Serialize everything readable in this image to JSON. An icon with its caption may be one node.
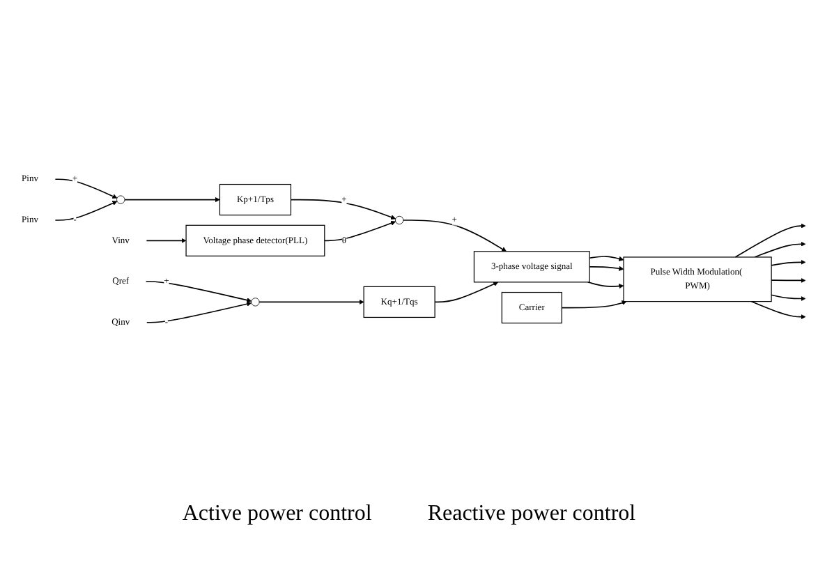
{
  "diagram": {
    "nodes": [
      {
        "text": [
          "Vinv"
        ]
      },
      {
        "text": [
          "Voltage phase detector(PLL)"
        ]
      },
      {
        "text": [
          "Pinv"
        ]
      },
      {
        "text": [
          "Pinv"
        ]
      },
      {
        "text": [],
        "shape": "circle"
      },
      {
        "text": [
          "Kp+1/Tps"
        ]
      },
      {
        "text": [],
        "shape": "circle"
      },
      {
        "text": [
          "Qref"
        ]
      },
      {
        "text": [
          "Qinv"
        ]
      },
      {
        "text": [],
        "shape": "circle"
      },
      {
        "text": [
          "Kq+1/Tqs"
        ]
      },
      {
        "text": [
          "3-phase voltage signal"
        ]
      },
      {
        "text": [
          "Carrier"
        ]
      },
      {
        "text": [
          "Pulse Width Modulation( PWM)"
        ]
      }
    ],
    "edges": [
      {
        "from": 0,
        "to": 1,
        "arrow": "to"
      },
      {
        "from": 2,
        "to": 4,
        "label": "+",
        "arrow": "to"
      },
      {
        "from": 3,
        "to": 4,
        "label": "-",
        "arrow": "to"
      },
      {
        "from": 4,
        "to": 5,
        "arrow": "to"
      },
      {
        "from": 5,
        "to": 6,
        "label": "+",
        "arrow": "to"
      },
      {
        "from": 1,
        "to": 6,
        "label": "θ",
        "arrow": "to"
      },
      {
        "from": 7,
        "to": 9,
        "label": "+",
        "arrow": "to"
      },
      {
        "from": 8,
        "to": 9,
        "label": "-",
        "arrow": "to"
      },
      {
        "from": 9,
        "to": 10,
        "arrow": "to"
      },
      {
        "from": 6,
        "to": 11,
        "label": "+",
        "arrow": "to"
      },
      {
        "from": 10,
        "to": 11,
        "arrow": "to"
      },
      {
        "from": 11,
        "to": 13,
        "arrow": "to"
      },
      {
        "from": 11,
        "to": 13,
        "arrow": "to"
      },
      {
        "from": 11,
        "to": 13,
        "arrow": "to"
      },
      {
        "from": 12,
        "to": 13,
        "arrow": "to"
      },
      {
        "from": 13,
        "to": null,
        "arrow": "to"
      },
      {
        "from": 13,
        "to": null,
        "arrow": "to"
      },
      {
        "from": 13,
        "to": null,
        "arrow": "to"
      },
      {
        "from": 13,
        "to": null,
        "arrow": "to"
      },
      {
        "from": 13,
        "to": null,
        "arrow": "to"
      },
      {
        "from": 13,
        "to": null,
        "arrow": "to"
      }
    ],
    "labels": [
      "Active power control",
      "Reactive power control"
    ]
  }
}
